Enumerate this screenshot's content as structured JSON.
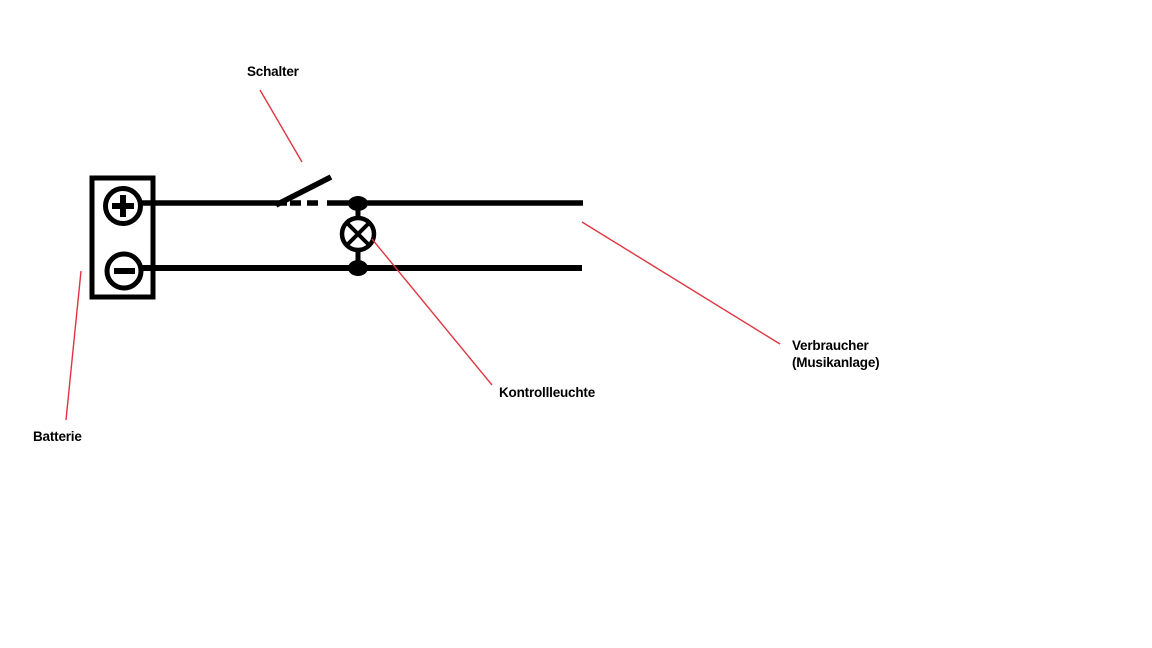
{
  "colors": {
    "ink": "#000000",
    "annotation_line": "#e03540",
    "background": "#ffffff"
  },
  "diagram": {
    "type": "circuit-schematic",
    "components": [
      {
        "id": "batterie",
        "label": "Batterie",
        "symbol": "battery-with-plus-minus-terminals"
      },
      {
        "id": "schalter",
        "label": "Schalter",
        "symbol": "open-switch"
      },
      {
        "id": "kontrollleuchte",
        "label": "Kontrollleuchte",
        "symbol": "lamp-circle-with-x"
      },
      {
        "id": "verbraucher",
        "label": "Verbraucher",
        "label_line2": "(Musikanlage)",
        "symbol": "open-ended-wires"
      }
    ]
  }
}
